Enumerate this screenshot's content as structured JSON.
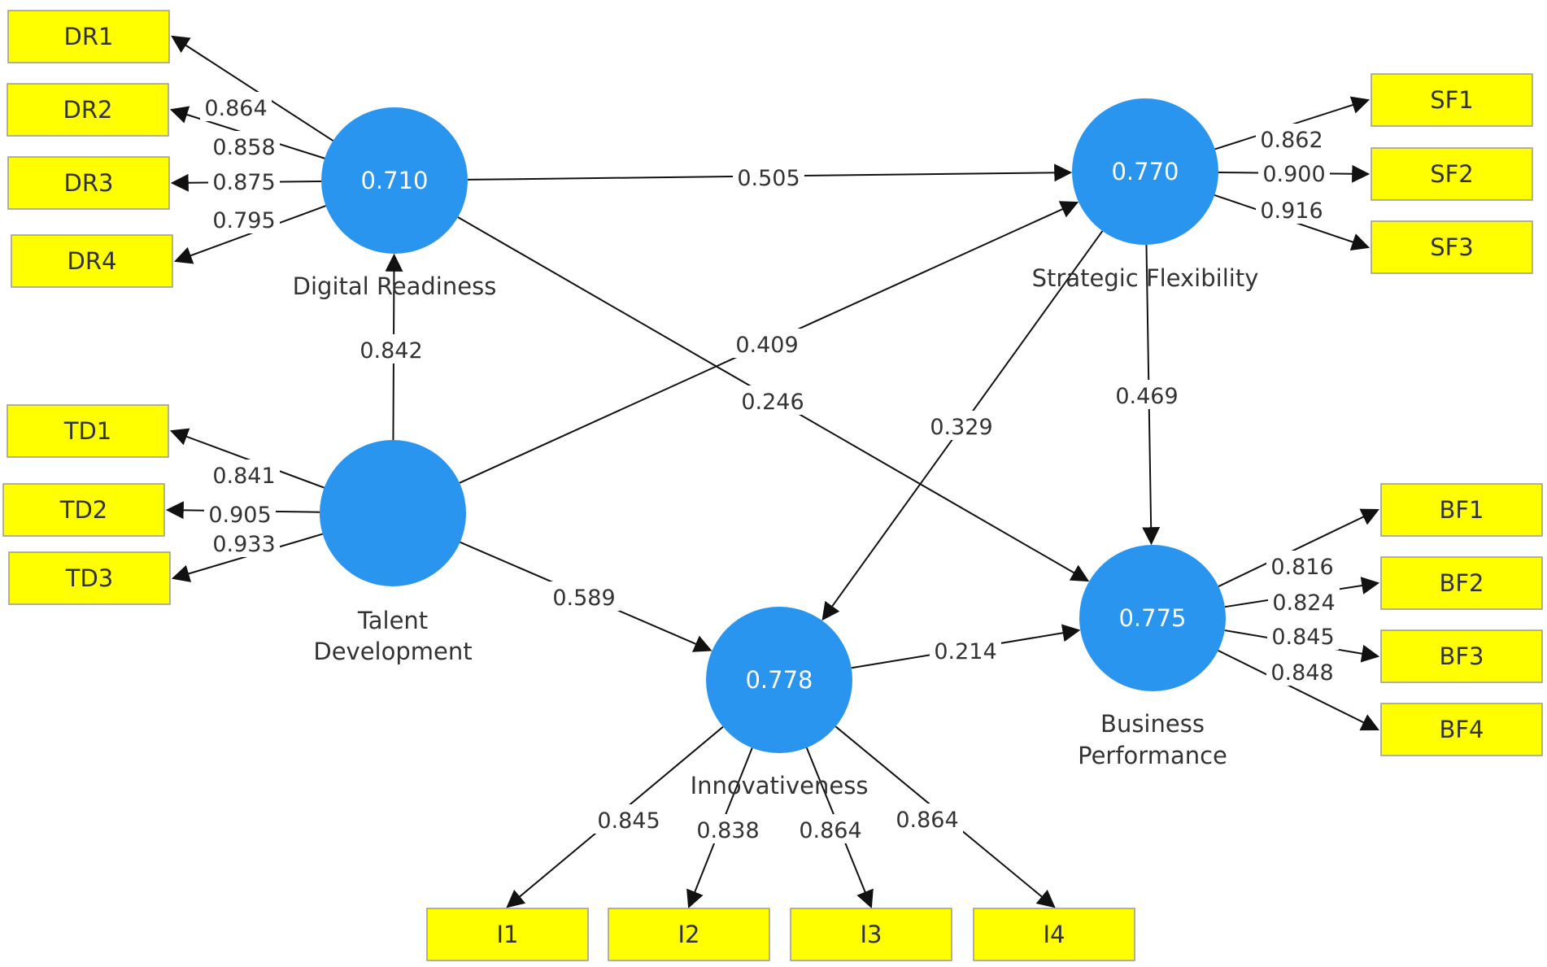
{
  "constructs": {
    "DR": {
      "name": [
        "Digital Readiness"
      ],
      "r2": "0.710"
    },
    "TD": {
      "name": [
        "Talent",
        "Development"
      ],
      "r2": ""
    },
    "SF": {
      "name": [
        "Strategic Flexibility"
      ],
      "r2": "0.770"
    },
    "IN": {
      "name": [
        "Innovativeness"
      ],
      "r2": "0.778"
    },
    "BP": {
      "name": [
        "Business",
        "Performance"
      ],
      "r2": "0.775"
    }
  },
  "indicators": {
    "DR": [
      {
        "label": "DR1",
        "loading": "0.864"
      },
      {
        "label": "DR2",
        "loading": "0.858"
      },
      {
        "label": "DR3",
        "loading": "0.875"
      },
      {
        "label": "DR4",
        "loading": "0.795"
      }
    ],
    "TD": [
      {
        "label": "TD1",
        "loading": "0.841"
      },
      {
        "label": "TD2",
        "loading": "0.905"
      },
      {
        "label": "TD3",
        "loading": "0.933"
      }
    ],
    "SF": [
      {
        "label": "SF1",
        "loading": "0.862"
      },
      {
        "label": "SF2",
        "loading": "0.900"
      },
      {
        "label": "SF3",
        "loading": "0.916"
      }
    ],
    "BP": [
      {
        "label": "BF1",
        "loading": "0.816"
      },
      {
        "label": "BF2",
        "loading": "0.824"
      },
      {
        "label": "BF3",
        "loading": "0.845"
      },
      {
        "label": "BF4",
        "loading": "0.848"
      }
    ],
    "IN": [
      {
        "label": "I1",
        "loading": "0.845"
      },
      {
        "label": "I2",
        "loading": "0.838"
      },
      {
        "label": "I3",
        "loading": "0.864"
      },
      {
        "label": "I4",
        "loading": "0.864"
      }
    ]
  },
  "paths": [
    {
      "from": "DR",
      "to": "SF",
      "coef": "0.505"
    },
    {
      "from": "TD",
      "to": "DR",
      "coef": "0.842"
    },
    {
      "from": "TD",
      "to": "SF",
      "coef": "0.409"
    },
    {
      "from": "DR",
      "to": "BP",
      "coef": "0.246"
    },
    {
      "from": "SF",
      "to": "IN",
      "coef": "0.329"
    },
    {
      "from": "SF",
      "to": "BP",
      "coef": "0.469"
    },
    {
      "from": "TD",
      "to": "IN",
      "coef": "0.589"
    },
    {
      "from": "IN",
      "to": "BP",
      "coef": "0.214"
    }
  ],
  "colors": {
    "construct": "#2a95ee",
    "indicator": "#ffff00"
  }
}
